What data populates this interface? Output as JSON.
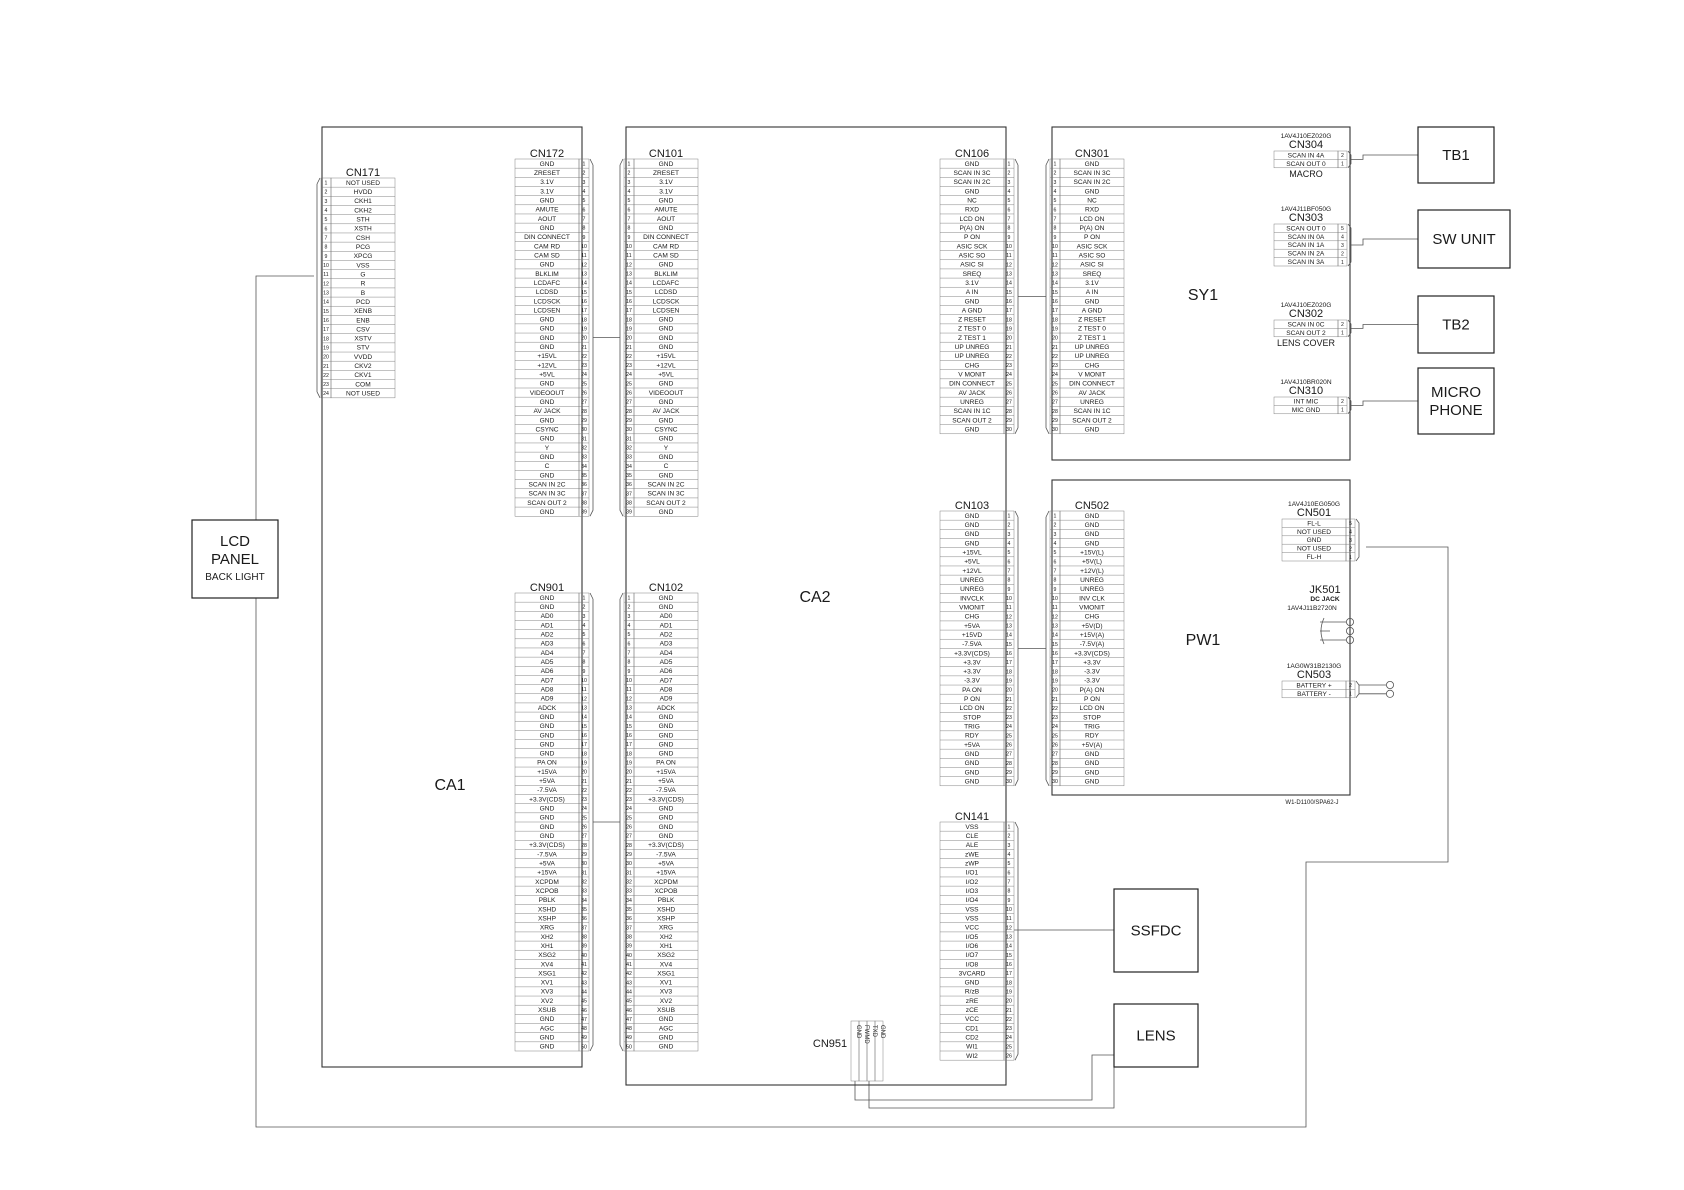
{
  "boards": [
    {
      "id": "ca1",
      "label": "CA1"
    },
    {
      "id": "ca2",
      "label": "CA2"
    },
    {
      "id": "sy1",
      "label": "SY1"
    },
    {
      "id": "pw1",
      "label": "PW1"
    }
  ],
  "external_boxes": [
    {
      "id": "lcd-panel",
      "lines": [
        "LCD",
        "PANEL"
      ],
      "sub": "BACK LIGHT"
    },
    {
      "id": "tb1",
      "lines": [
        "TB1"
      ],
      "sub": ""
    },
    {
      "id": "sw-unit",
      "lines": [
        "SW UNIT"
      ],
      "sub": ""
    },
    {
      "id": "tb2",
      "lines": [
        "TB2"
      ],
      "sub": ""
    },
    {
      "id": "microphone",
      "lines": [
        "MICRO",
        "PHONE"
      ],
      "sub": ""
    },
    {
      "id": "ssfdc",
      "lines": [
        "SSFDC"
      ],
      "sub": ""
    },
    {
      "id": "lens",
      "lines": [
        "LENS"
      ],
      "sub": ""
    }
  ],
  "connectors": [
    {
      "id": "cn171",
      "title": "CN171",
      "side": "left",
      "pins": [
        "NOT USED",
        "HVDD",
        "CKH1",
        "CKH2",
        "STH",
        "XSTH",
        "CSH",
        "PCG",
        "XPCG",
        "VSS",
        "G",
        "R",
        "B",
        "PCD",
        "XENB",
        "ENB",
        "CSV",
        "XSTV",
        "STV",
        "VVDD",
        "CKV2",
        "CKV1",
        "COM",
        "NOT USED"
      ]
    },
    {
      "id": "cn172",
      "title": "CN172",
      "side": "right",
      "pins": [
        "GND",
        "ZRESET",
        "3.1V",
        "3.1V",
        "GND",
        "AMUTE",
        "AOUT",
        "GND",
        "DIN CONNECT",
        "CAM RD",
        "CAM SD",
        "GND",
        "BLKLIM",
        "LCDAFC",
        "LCDSD",
        "LCDSCK",
        "LCDSEN",
        "GND",
        "GND",
        "GND",
        "GND",
        "+15VL",
        "+12VL",
        "+5VL",
        "GND",
        "VIDEOOUT",
        "GND",
        "AV JACK",
        "GND",
        "CSYNC",
        "GND",
        "Y",
        "GND",
        "C",
        "GND",
        "SCAN IN 2C",
        "SCAN IN 3C",
        "SCAN OUT 2",
        "GND"
      ]
    },
    {
      "id": "cn101",
      "title": "CN101",
      "side": "left",
      "pins": [
        "GND",
        "ZRESET",
        "3.1V",
        "3.1V",
        "GND",
        "AMUTE",
        "AOUT",
        "GND",
        "DIN CONNECT",
        "CAM RD",
        "CAM SD",
        "GND",
        "BLKLIM",
        "LCDAFC",
        "LCDSD",
        "LCDSCK",
        "LCDSEN",
        "GND",
        "GND",
        "GND",
        "GND",
        "+15VL",
        "+12VL",
        "+5VL",
        "GND",
        "VIDEOOUT",
        "GND",
        "AV JACK",
        "GND",
        "CSYNC",
        "GND",
        "Y",
        "GND",
        "C",
        "GND",
        "SCAN IN 2C",
        "SCAN IN 3C",
        "SCAN OUT 2",
        "GND"
      ]
    },
    {
      "id": "cn901",
      "title": "CN901",
      "side": "right",
      "pins": [
        "GND",
        "GND",
        "AD0",
        "AD1",
        "AD2",
        "AD3",
        "AD4",
        "AD5",
        "AD6",
        "AD7",
        "AD8",
        "AD9",
        "ADCK",
        "GND",
        "GND",
        "GND",
        "GND",
        "GND",
        "PA ON",
        "+15VA",
        "+5VA",
        "-7.5VA",
        "+3.3V(CDS)",
        "GND",
        "GND",
        "GND",
        "GND",
        "+3.3V(CDS)",
        "-7.5VA",
        "+5VA",
        "+15VA",
        "XCPDM",
        "XCPOB",
        "PBLK",
        "XSHD",
        "XSHP",
        "XRG",
        "XH2",
        "XH1",
        "XSG2",
        "XV4",
        "XSG1",
        "XV1",
        "XV3",
        "XV2",
        "XSUB",
        "GND",
        "AGC",
        "GND",
        "GND"
      ]
    },
    {
      "id": "cn102",
      "title": "CN102",
      "side": "left",
      "pins": [
        "GND",
        "GND",
        "AD0",
        "AD1",
        "AD2",
        "AD3",
        "AD4",
        "AD5",
        "AD6",
        "AD7",
        "AD8",
        "AD9",
        "ADCK",
        "GND",
        "GND",
        "GND",
        "GND",
        "GND",
        "PA ON",
        "+15VA",
        "+5VA",
        "-7.5VA",
        "+3.3V(CDS)",
        "GND",
        "GND",
        "GND",
        "GND",
        "+3.3V(CDS)",
        "-7.5VA",
        "+5VA",
        "+15VA",
        "XCPDM",
        "XCPOB",
        "PBLK",
        "XSHD",
        "XSHP",
        "XRG",
        "XH2",
        "XH1",
        "XSG2",
        "XV4",
        "XSG1",
        "XV1",
        "XV3",
        "XV2",
        "XSUB",
        "GND",
        "AGC",
        "GND",
        "GND"
      ]
    },
    {
      "id": "cn106",
      "title": "CN106",
      "side": "right",
      "pins": [
        "GND",
        "SCAN IN 3C",
        "SCAN IN 2C",
        "GND",
        "NC",
        "RXD",
        "LCD ON",
        "P(A) ON",
        "P ON",
        "ASIC SCK",
        "ASIC SO",
        "ASIC SI",
        "SREQ",
        "3.1V",
        "A IN",
        "GND",
        "A GND",
        "Z RESET",
        "Z TEST 0",
        "Z TEST 1",
        "UP UNREG",
        "UP UNREG",
        "CHG",
        "V MONIT",
        "DIN CONNECT",
        "AV JACK",
        "UNREG",
        "SCAN IN 1C",
        "SCAN OUT 2",
        "GND"
      ]
    },
    {
      "id": "cn301",
      "title": "CN301",
      "side": "left",
      "pins": [
        "GND",
        "SCAN IN 3C",
        "SCAN IN 2C",
        "GND",
        "NC",
        "RXD",
        "LCD ON",
        "P(A) ON",
        "P ON",
        "ASIC SCK",
        "ASIC SO",
        "ASIC SI",
        "SREQ",
        "3.1V",
        "A IN",
        "GND",
        "A GND",
        "Z RESET",
        "Z TEST 0",
        "Z TEST 1",
        "UP UNREG",
        "UP UNREG",
        "CHG",
        "V MONIT",
        "DIN CONNECT",
        "AV JACK",
        "UNREG",
        "SCAN IN 1C",
        "SCAN OUT 2",
        "GND"
      ]
    },
    {
      "id": "cn103",
      "title": "CN103",
      "side": "right",
      "pins": [
        "GND",
        "GND",
        "GND",
        "GND",
        "+15VL",
        "+5VL",
        "+12VL",
        "UNREG",
        "UNREG",
        "INVCLK",
        "VMONIT",
        "CHG",
        "+5VA",
        "+15VD",
        "-7.5VA",
        "+3.3V(CDS)",
        "+3.3V",
        "+3.3V",
        "-3.3V",
        "PA ON",
        "P ON",
        "LCD ON",
        "STOP",
        "TRIG",
        "RDY",
        "+5VA",
        "GND",
        "GND",
        "GND",
        "GND"
      ]
    },
    {
      "id": "cn502",
      "title": "CN502",
      "side": "left",
      "pins": [
        "GND",
        "GND",
        "GND",
        "GND",
        "+15V(L)",
        "+5V(L)",
        "+12V(L)",
        "UNREG",
        "UNREG",
        "INV CLK",
        "VMONIT",
        "CHG",
        "+5V(D)",
        "+15V(A)",
        "-7.5V(A)",
        "+3.3V(CDS)",
        "+3.3V",
        "-3.3V",
        "-3.3V",
        "P(A) ON",
        "P ON",
        "LCD ON",
        "STOP",
        "TRIG",
        "RDY",
        "+5V(A)",
        "GND",
        "GND",
        "GND",
        "GND"
      ]
    },
    {
      "id": "cn141",
      "title": "CN141",
      "side": "right",
      "pins": [
        "VSS",
        "CLE",
        "ALE",
        "zWE",
        "zWP",
        "I/O1",
        "I/O2",
        "I/O3",
        "I/O4",
        "VSS",
        "VSS",
        "VCC",
        "I/O5",
        "I/O6",
        "I/O7",
        "I/O8",
        "3VCARD",
        "GND",
        "R/zB",
        "zRE",
        "zCE",
        "VCC",
        "CD1",
        "CD2",
        "WI1",
        "WI2"
      ]
    }
  ],
  "sub_connectors": [
    {
      "id": "cn304",
      "part": "1AV4J10EZ020G",
      "title": "CN304",
      "pins": [
        "SCAN IN 4A",
        "SCAN OUT 0"
      ],
      "caption": "MACRO"
    },
    {
      "id": "cn303",
      "part": "1AV4J11BF050G",
      "title": "CN303",
      "pins": [
        "SCAN OUT 0",
        "SCAN IN 0A",
        "SCAN IN 1A",
        "SCAN IN 2A",
        "SCAN IN 3A"
      ],
      "caption": ""
    },
    {
      "id": "cn302",
      "part": "1AV4J10EZ020G",
      "title": "CN302",
      "pins": [
        "SCAN IN 0C",
        "SCAN OUT 2"
      ],
      "caption": "LENS COVER"
    },
    {
      "id": "cn310",
      "part": "1AV4J10BR020N",
      "title": "CN310",
      "pins": [
        "INT MIC",
        "MIC GND"
      ],
      "caption": ""
    },
    {
      "id": "cn501",
      "part": "1AV4J10EG050G",
      "title": "CN501",
      "pins": [
        "FL-L",
        "NOT USED",
        "GND",
        "NOT USED",
        "FL-H"
      ],
      "caption": ""
    },
    {
      "id": "cn503",
      "part": "1AG0W31B2130G",
      "title": "CN503",
      "pins": [
        "BATTERY +",
        "BATTERY -"
      ],
      "caption": ""
    }
  ],
  "jack": {
    "title": "JK501",
    "sub": "DC JACK",
    "part": "1AV4J11B2720N"
  },
  "cn951": {
    "title": "CN951",
    "pins": [
      "GND",
      "FWMD",
      "TXD",
      "GND"
    ]
  },
  "drawing_ref": "W1-D1100/SPA62-J"
}
